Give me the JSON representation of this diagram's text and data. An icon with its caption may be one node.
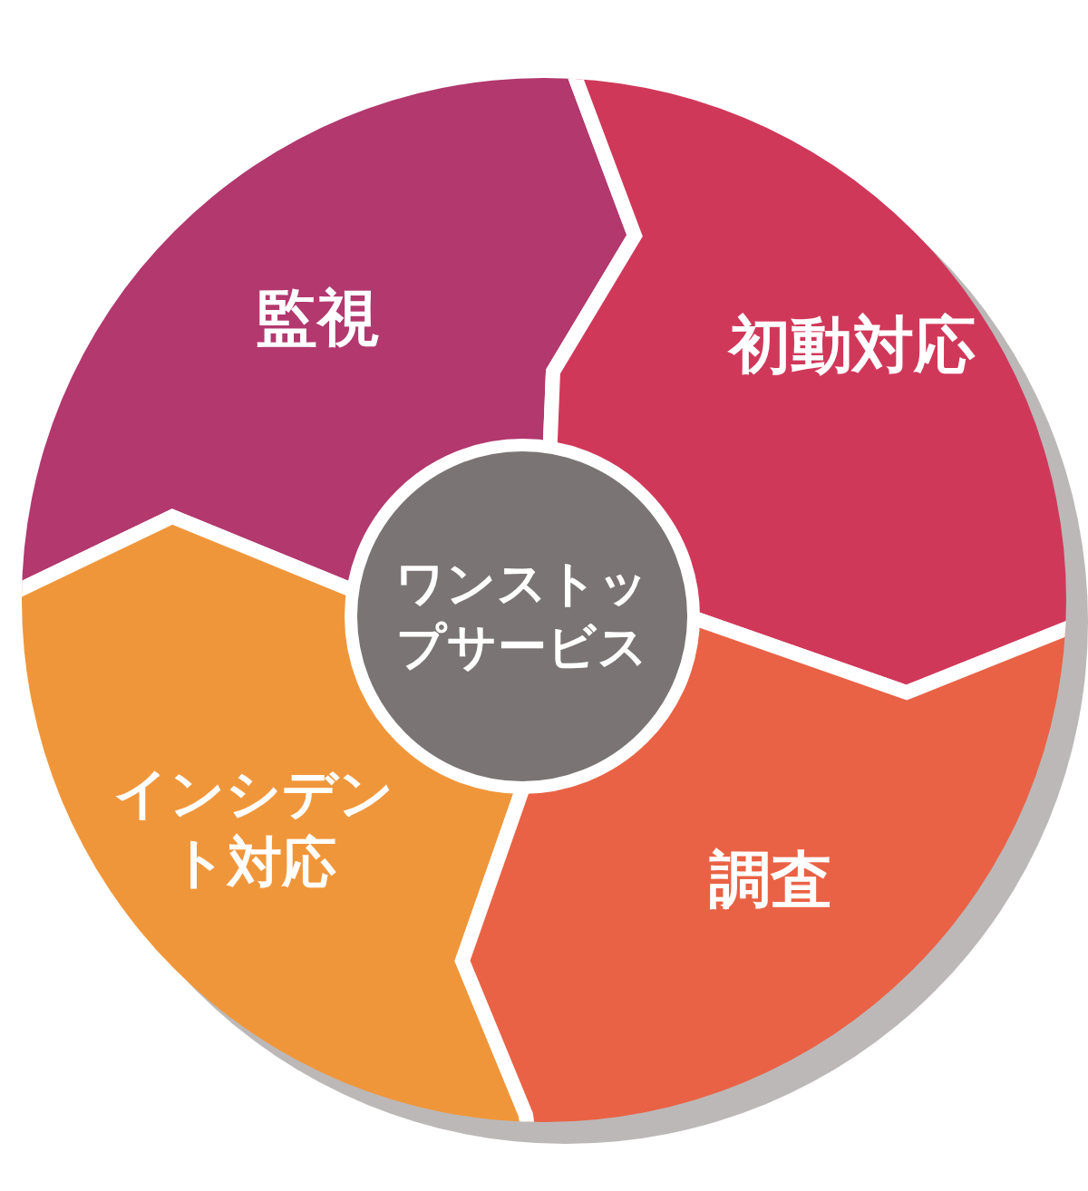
{
  "diagram": {
    "nodes": [
      {
        "text": [
          "監視"
        ]
      },
      {
        "text": [
          "初動対応"
        ]
      },
      {
        "text": [
          "ワンストップサービス"
        ]
      },
      {
        "text": [
          "インシデント対応"
        ]
      },
      {
        "text": [
          "調査"
        ]
      }
    ]
  }
}
